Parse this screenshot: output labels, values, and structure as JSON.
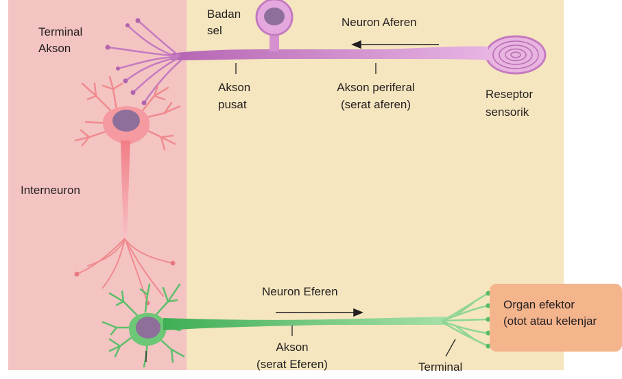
{
  "colors": {
    "cns_region": "#f3c4c2",
    "pns_region": "#f5e6bf",
    "afferent_neuron": "#c47ac0",
    "interneuron": "#f08a8f",
    "efferent_neuron": "#5cbf6a",
    "effector_organ": "#f4b48c",
    "nucleus": "#8e6f9a"
  },
  "labels": {
    "cell_body": [
      "Badan",
      "sel"
    ],
    "axon_terminal": [
      "Terminal",
      "Akson"
    ],
    "afferent_neuron": "Neuron Aferen",
    "central_axon": [
      "Akson",
      "pusat"
    ],
    "peripheral_axon": [
      "Akson periferal",
      "(serat aferen)"
    ],
    "sensory_receptor": [
      "Reseptor",
      "sensorik"
    ],
    "interneuron": "Interneuron",
    "efferent_neuron": "Neuron Eferen",
    "efferent_axon": [
      "Akson",
      "(serat Eferen)"
    ],
    "terminal": "Terminal",
    "effector_organ": [
      "Organ efektor",
      "(otot atau kelenjar"
    ]
  },
  "icons": {
    "afferent_direction": "arrow-left-icon",
    "efferent_direction": "arrow-right-icon"
  }
}
